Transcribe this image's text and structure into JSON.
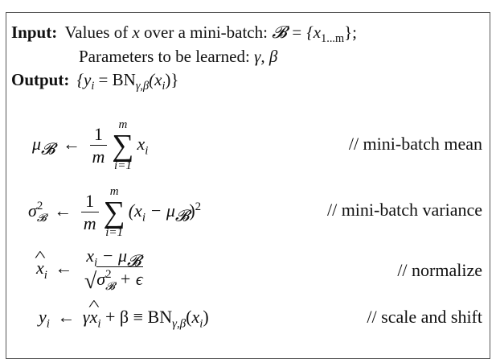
{
  "algorithm": {
    "input_label": "Input:",
    "input_text_1": "Values of ",
    "input_var": "x",
    "input_text_2": " over a mini-batch: ",
    "input_set": "𝓑 = {x",
    "input_set_sub": "1...m",
    "input_set_end": "};",
    "params_text": "Parameters to be learned: ",
    "params_vars": "γ, β",
    "output_label": "Output:",
    "output_expr_1": "{y",
    "output_expr_sub_i": "i",
    "output_expr_2": " = BN",
    "output_expr_sub_gb": "γ,β",
    "output_expr_3": "(x",
    "output_expr_4": ")}"
  },
  "steps": [
    {
      "lhs": "μ",
      "lhs_sub": "𝓑",
      "arrow": "←",
      "frac_num": "1",
      "frac_den": "m",
      "sum_top": "m",
      "sum_sym": "∑",
      "sum_bottom": "i=1",
      "rhs": "x",
      "rhs_sub": "i",
      "comment": "// mini-batch mean"
    },
    {
      "lhs": "σ",
      "lhs_sup": "2",
      "lhs_sub": "𝓑",
      "arrow": "←",
      "frac_num": "1",
      "frac_den": "m",
      "sum_top": "m",
      "sum_sym": "∑",
      "sum_bottom": "i=1",
      "rhs": "(x",
      "rhs_sub": "i",
      "rhs_2": " − μ",
      "rhs_sub2": "𝓑",
      "rhs_3": ")",
      "rhs_sup": "2",
      "comment": "// mini-batch variance"
    },
    {
      "lhs": "x",
      "lhs_sub": "i",
      "arrow": "←",
      "num": "x",
      "num_sub": "i",
      "num_2": " − μ",
      "num_sub2": "𝓑",
      "den_radical": "√",
      "den": "σ",
      "den_sup": "2",
      "den_sub": "𝓑",
      "den_2": " + ϵ",
      "comment": "// normalize"
    },
    {
      "lhs": "y",
      "lhs_sub": "i",
      "arrow": "←",
      "rhs_1": "γ",
      "rhs_hat": "x",
      "rhs_hat_sub": "i",
      "rhs_2": " + β ≡ BN",
      "rhs_sub_gb": "γ,β",
      "rhs_3": "(x",
      "rhs_sub_i": "i",
      "rhs_4": ")",
      "comment": "// scale and shift"
    }
  ]
}
